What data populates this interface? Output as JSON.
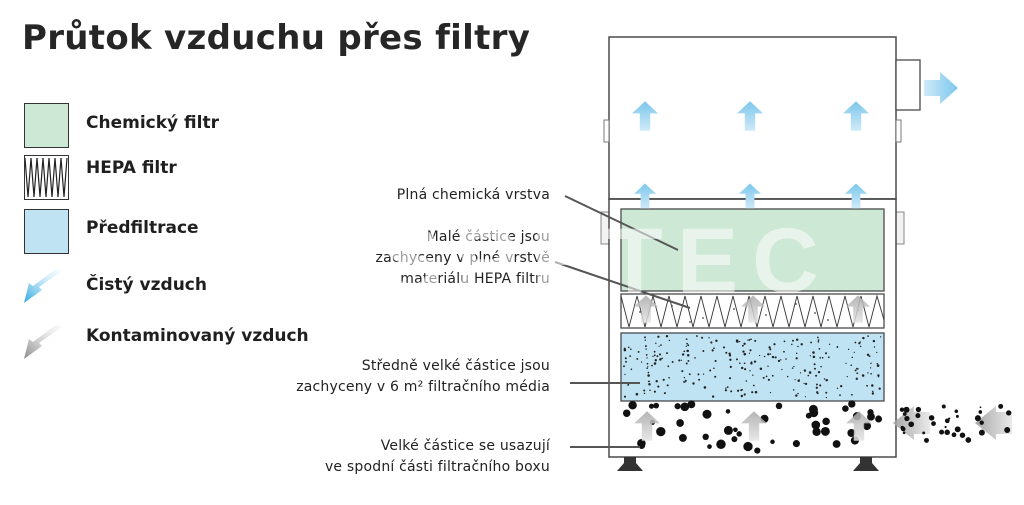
{
  "title": "Průtok vzduchu přes filtry",
  "legend": {
    "chemical": "Chemický filtr",
    "hepa": "HEPA filtr",
    "prefilter": "Předfiltrace",
    "clean_air": "Čistý vzduch",
    "contaminated_air": "Kontaminovaný vzduch"
  },
  "callouts": {
    "chemical_layer": "Plná chemická vrstva",
    "hepa_line1": "Malé částice jsou",
    "hepa_line2": "zachyceny v plné vrstvě",
    "hepa_line3": "materiálu HEPA filtru",
    "prefilter_line1": "Středně velké částice jsou",
    "prefilter_line2": "zachyceny v 6 m² filtračního média",
    "bottom_line1": "Velké částice se usazují",
    "bottom_line2": "ve spodní části filtračního boxu"
  },
  "watermark": "ASPETEC",
  "colors": {
    "chemical": "#cde8d4",
    "prefilter": "#bfe3f3",
    "clean_arrow": "#8fd0ee",
    "dirty_arrow": "#bdbdbd",
    "outline": "#4a4a4a"
  }
}
